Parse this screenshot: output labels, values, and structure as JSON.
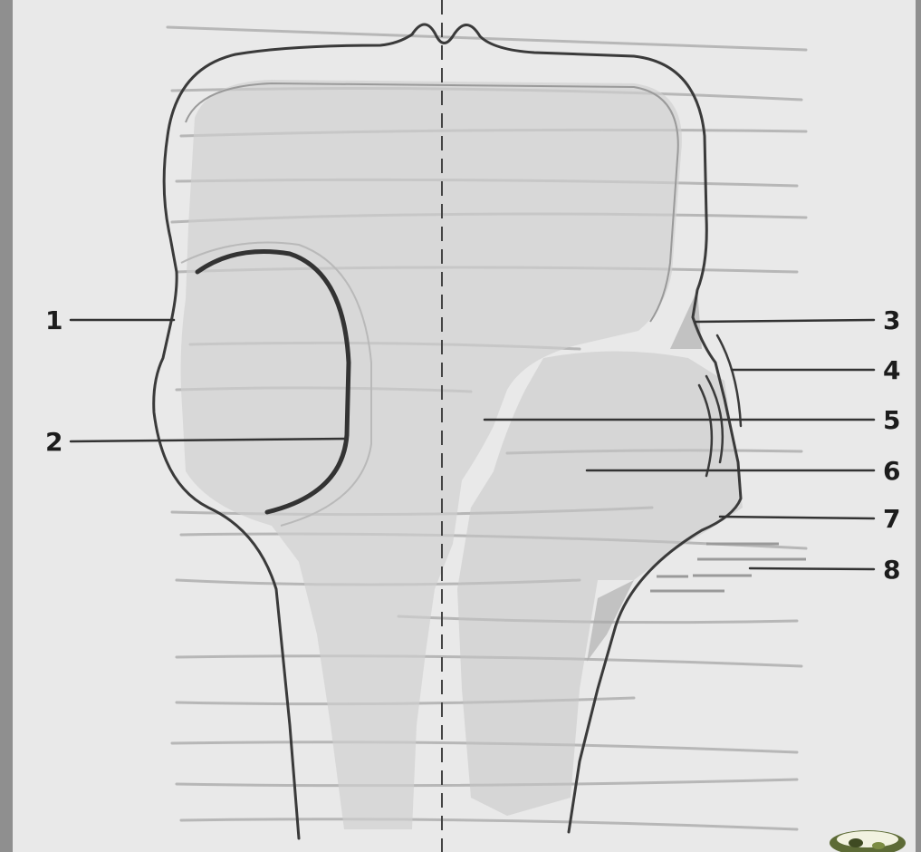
{
  "diagram": {
    "labels": [
      {
        "id": 1,
        "text": "1"
      },
      {
        "id": 2,
        "text": "2"
      },
      {
        "id": 3,
        "text": "3"
      },
      {
        "id": 4,
        "text": "4"
      },
      {
        "id": 5,
        "text": "5"
      },
      {
        "id": 6,
        "text": "6"
      },
      {
        "id": 7,
        "text": "7"
      },
      {
        "id": 8,
        "text": "8"
      }
    ]
  },
  "colors": {
    "paper": "#e9e9e9",
    "border": "#8f8f8f",
    "outline": "#3a3a3a",
    "shade": "#c9c9c9",
    "show_through": "#b5b5b5",
    "leader": "#333333"
  }
}
